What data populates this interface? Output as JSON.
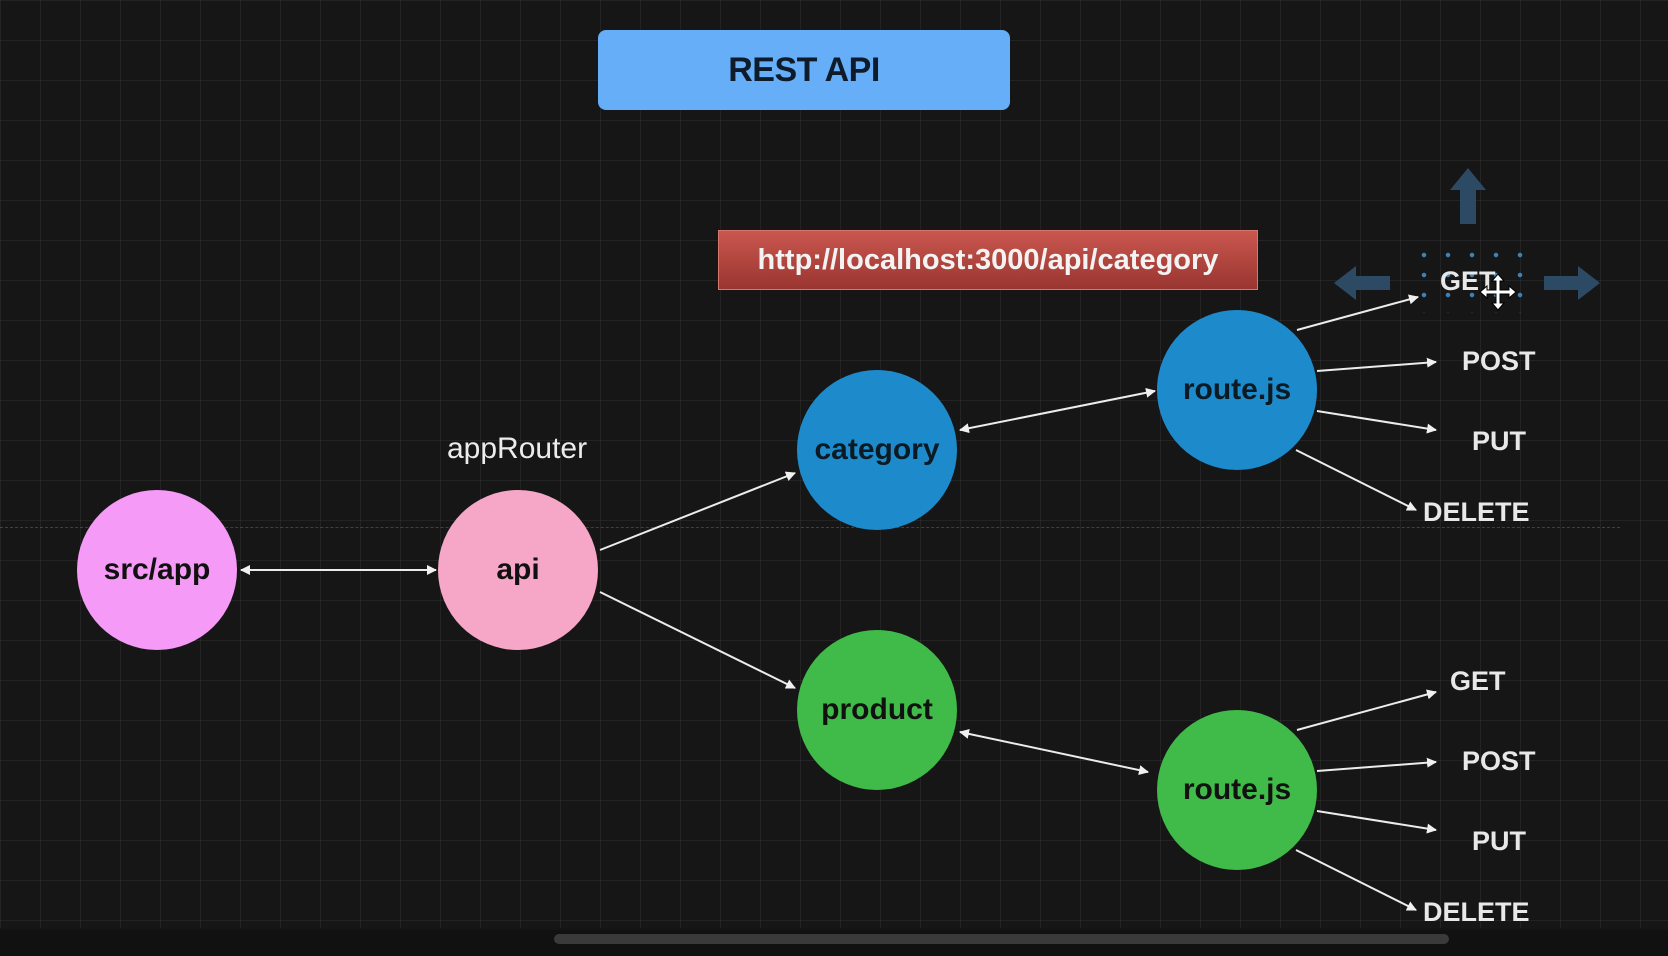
{
  "diagram": {
    "title": "REST API",
    "url": "http://localhost:3000/api/category",
    "approuter_label": "appRouter",
    "nodes": {
      "srcapp": "src/app",
      "api": "api",
      "category": "category",
      "product": "product",
      "route_category": "route.js",
      "route_product": "route.js"
    },
    "category_methods": [
      "GET",
      "POST",
      "PUT",
      "DELETE"
    ],
    "product_methods": [
      "GET",
      "POST",
      "PUT",
      "DELETE"
    ]
  },
  "colors": {
    "background": "#161616",
    "title_box": "#66aef7",
    "url_box": "#b3443d",
    "srcapp": "#f59af7",
    "api": "#f6a7c7",
    "category_blue": "#1d8bcb",
    "product_green": "#40ba48",
    "selection": "#3f8fc9"
  },
  "icons": [
    "move-cursor-icon",
    "handle-arrow-up-icon",
    "handle-arrow-left-icon",
    "handle-arrow-right-icon"
  ]
}
